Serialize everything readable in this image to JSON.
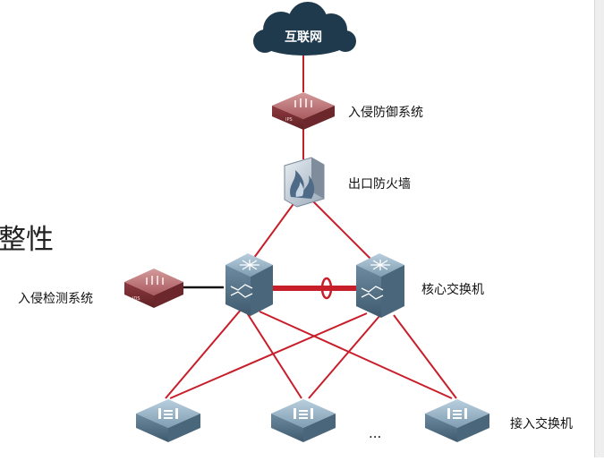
{
  "labels": {
    "internet": "互联网",
    "ips": "入侵防御系统",
    "firewall": "出口防火墙",
    "ids": "入侵检测系统",
    "core_switch": "核心交换机",
    "access_switch": "接入交换机",
    "ellipsis": "...",
    "side_text": "整性"
  },
  "device_tags": {
    "ips": "IPS",
    "ids": "IDS"
  },
  "colors": {
    "link": "#c81e2a",
    "cloud": "#1f3a4c",
    "ips_device": "#9b3a3e",
    "switch": "#5f7f95"
  }
}
